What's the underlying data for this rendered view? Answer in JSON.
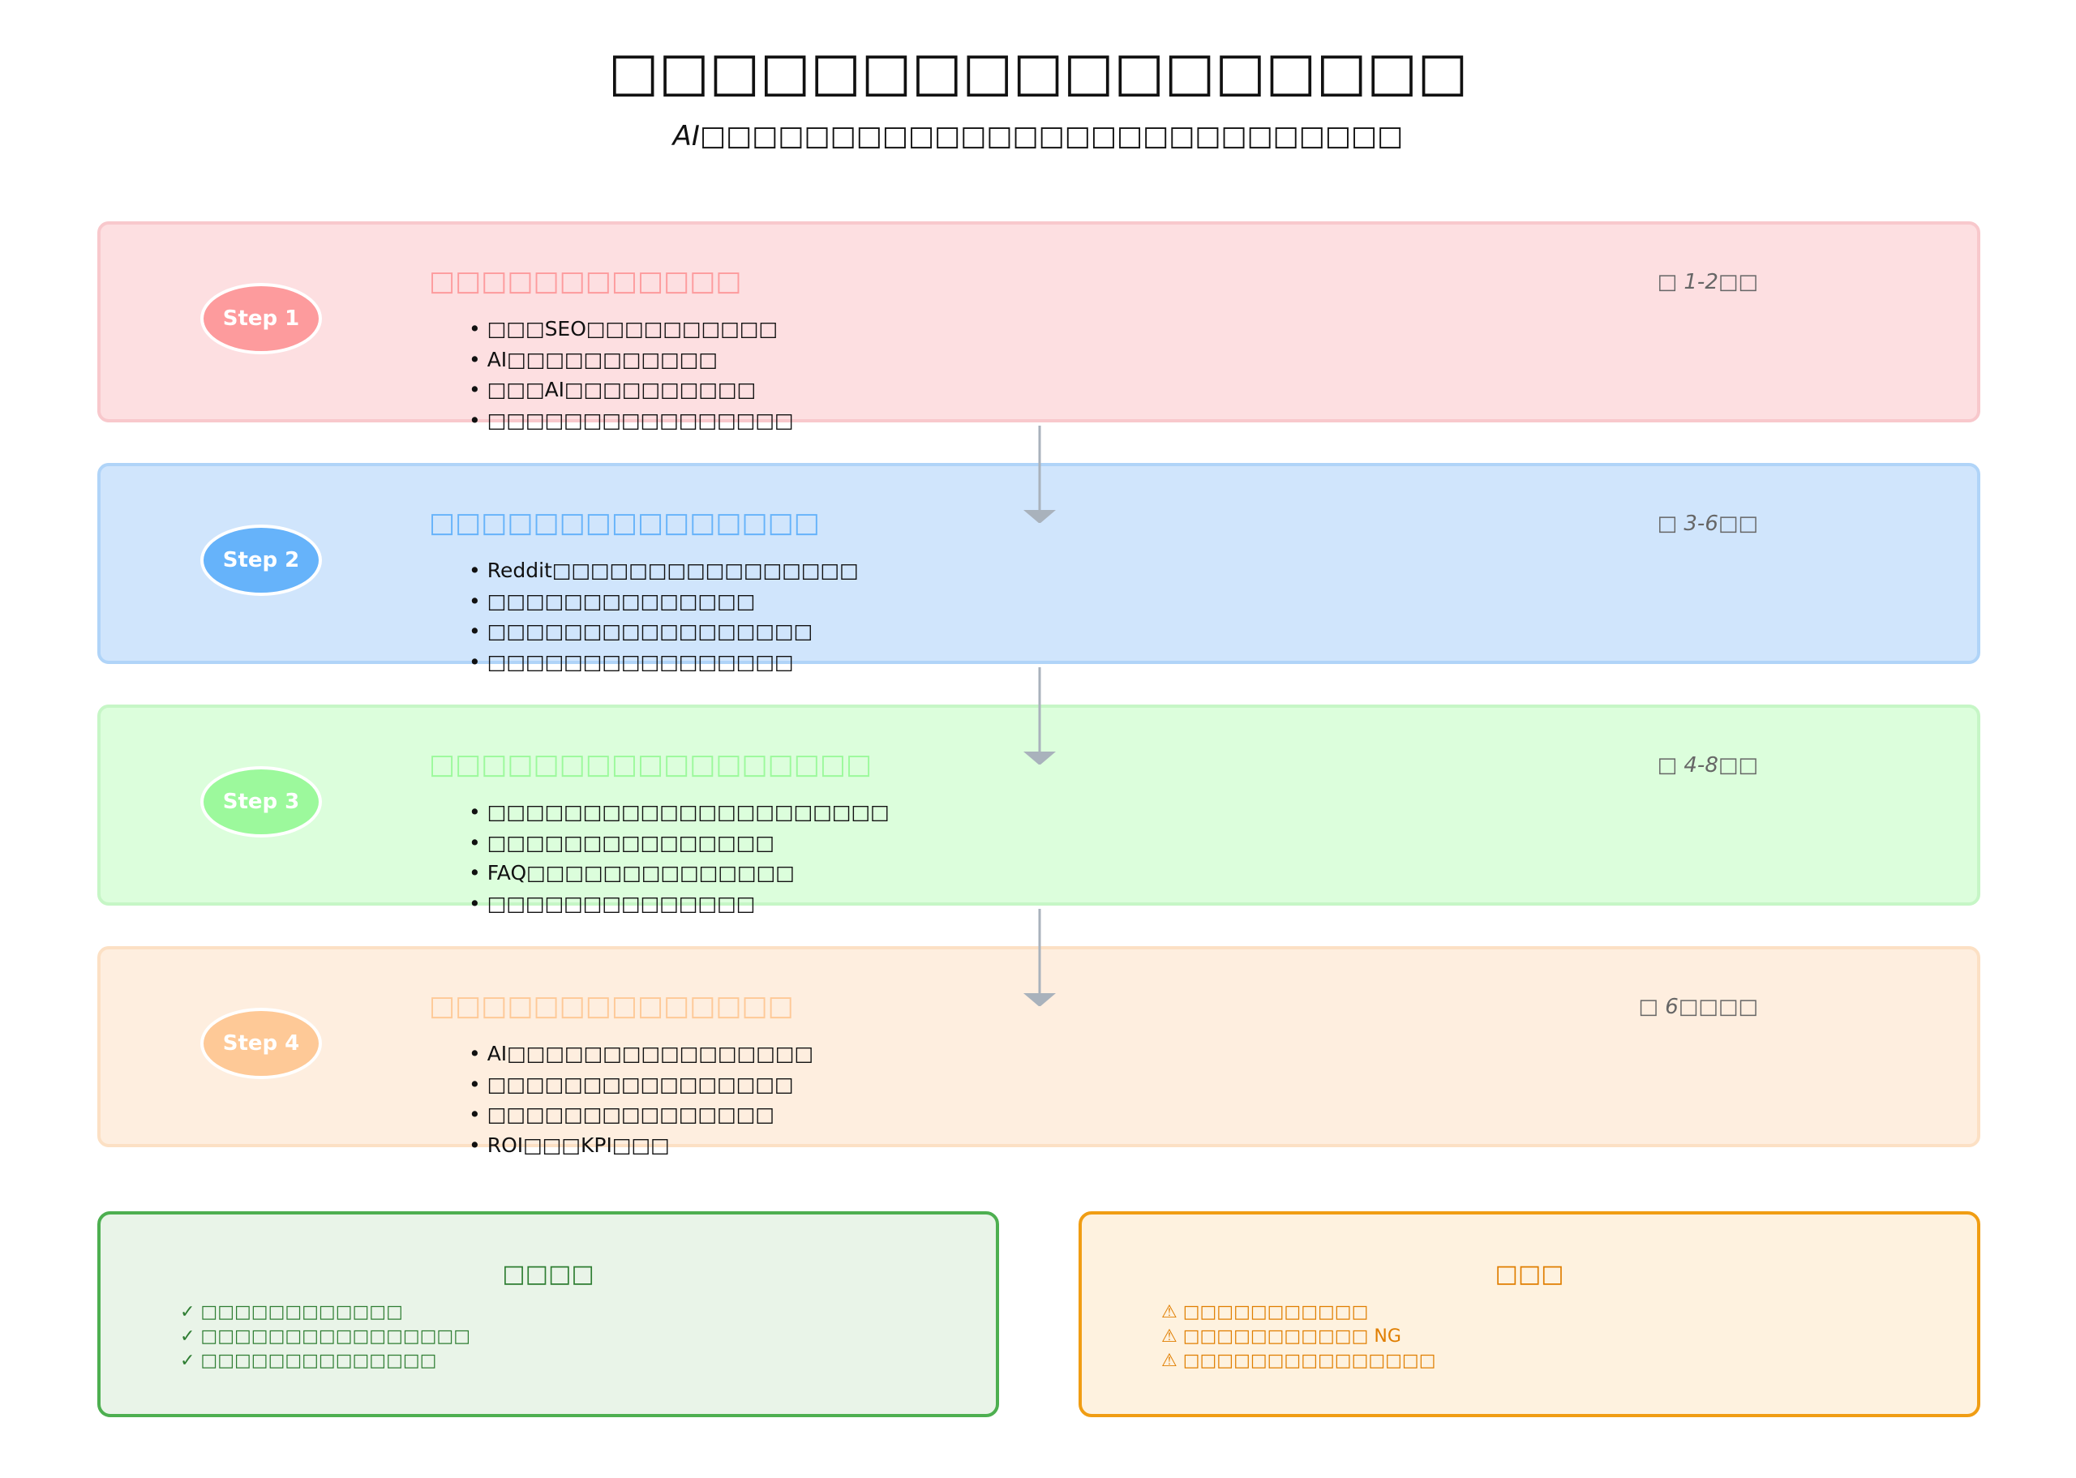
{
  "header": {
    "title": "□□□□□□□□□□□□□□□□□",
    "subtitle": "AI□□□□□□□□□□□□□□□□□□□□□□□□□□□"
  },
  "colors": {
    "step1": {
      "bg": "#fddfe1",
      "border": "#f8c8cc",
      "accent": "#fd9b9d"
    },
    "step2": {
      "bg": "#d0e5fc",
      "border": "#b0d4f8",
      "accent": "#66b3fa"
    },
    "step3": {
      "bg": "#dcfedc",
      "border": "#c6f6c6",
      "accent": "#9cf99c"
    },
    "step4": {
      "bg": "#feeedf",
      "border": "#fce0c4",
      "accent": "#fec997"
    },
    "connector": "#a9b2bc",
    "success_border": "#4daf50",
    "success_bg": "#e9f4e8",
    "success_text": "#2e7d32",
    "warning_border": "#f09d13",
    "warning_bg": "#fef2df",
    "warning_text": "#e07e00"
  },
  "steps": [
    {
      "badge": "Step 1",
      "title": "□□□□□□□□□□□□",
      "duration": "□ 1-2□□",
      "items": [
        "□□□SEO□□□□□□□□□□",
        "AI□□□□□□□□□□□",
        "□□□AI□□□□□□□□□□",
        "□□□□□□□□□□□□□□□□"
      ]
    },
    {
      "badge": "Step 2",
      "title": "□□□□□□□□□□□□□□□",
      "duration": "□ 3-6□□",
      "items": [
        "Reddit□□□□□□□□□□□□□□□□",
        "□□□□□□□□□□□□□□",
        "□□□□□□□□□□□□□□□□□",
        "□□□□□□□□□□□□□□□□"
      ]
    },
    {
      "badge": "Step 3",
      "title": "□□□□□□□□□□□□□□□□□",
      "duration": "□ 4-8□□",
      "items": [
        "□□□□□□□□□□□□□□□□□□□□□",
        "□□□□□□□□□□□□□□□",
        "FAQ□□□□□□□□□□□□□□",
        "□□□□□□□□□□□□□□"
      ]
    },
    {
      "badge": "Step 4",
      "title": "□□□□□□□□□□□□□□",
      "duration": "□ 6□□□□",
      "items": [
        "AI□□□□□□□□□□□□□□□□",
        "□□□□□□□□□□□□□□□□",
        "□□□□□□□□□□□□□□□",
        "ROI□□□KPI□□□"
      ]
    }
  ],
  "success_box": {
    "title": "□□□□",
    "items": [
      "✓ □□□□□□□□□□□□",
      "✓ □□□□□□□□□□□□□□□□",
      "✓ □□□□□□□□□□□□□□"
    ]
  },
  "warning_box": {
    "title": "□□□",
    "items": [
      "⚠ □□□□□□□□□□□",
      "⚠ □□□□□□□□□□□ NG",
      "⚠ □□□□□□□□□□□□□□□"
    ]
  }
}
